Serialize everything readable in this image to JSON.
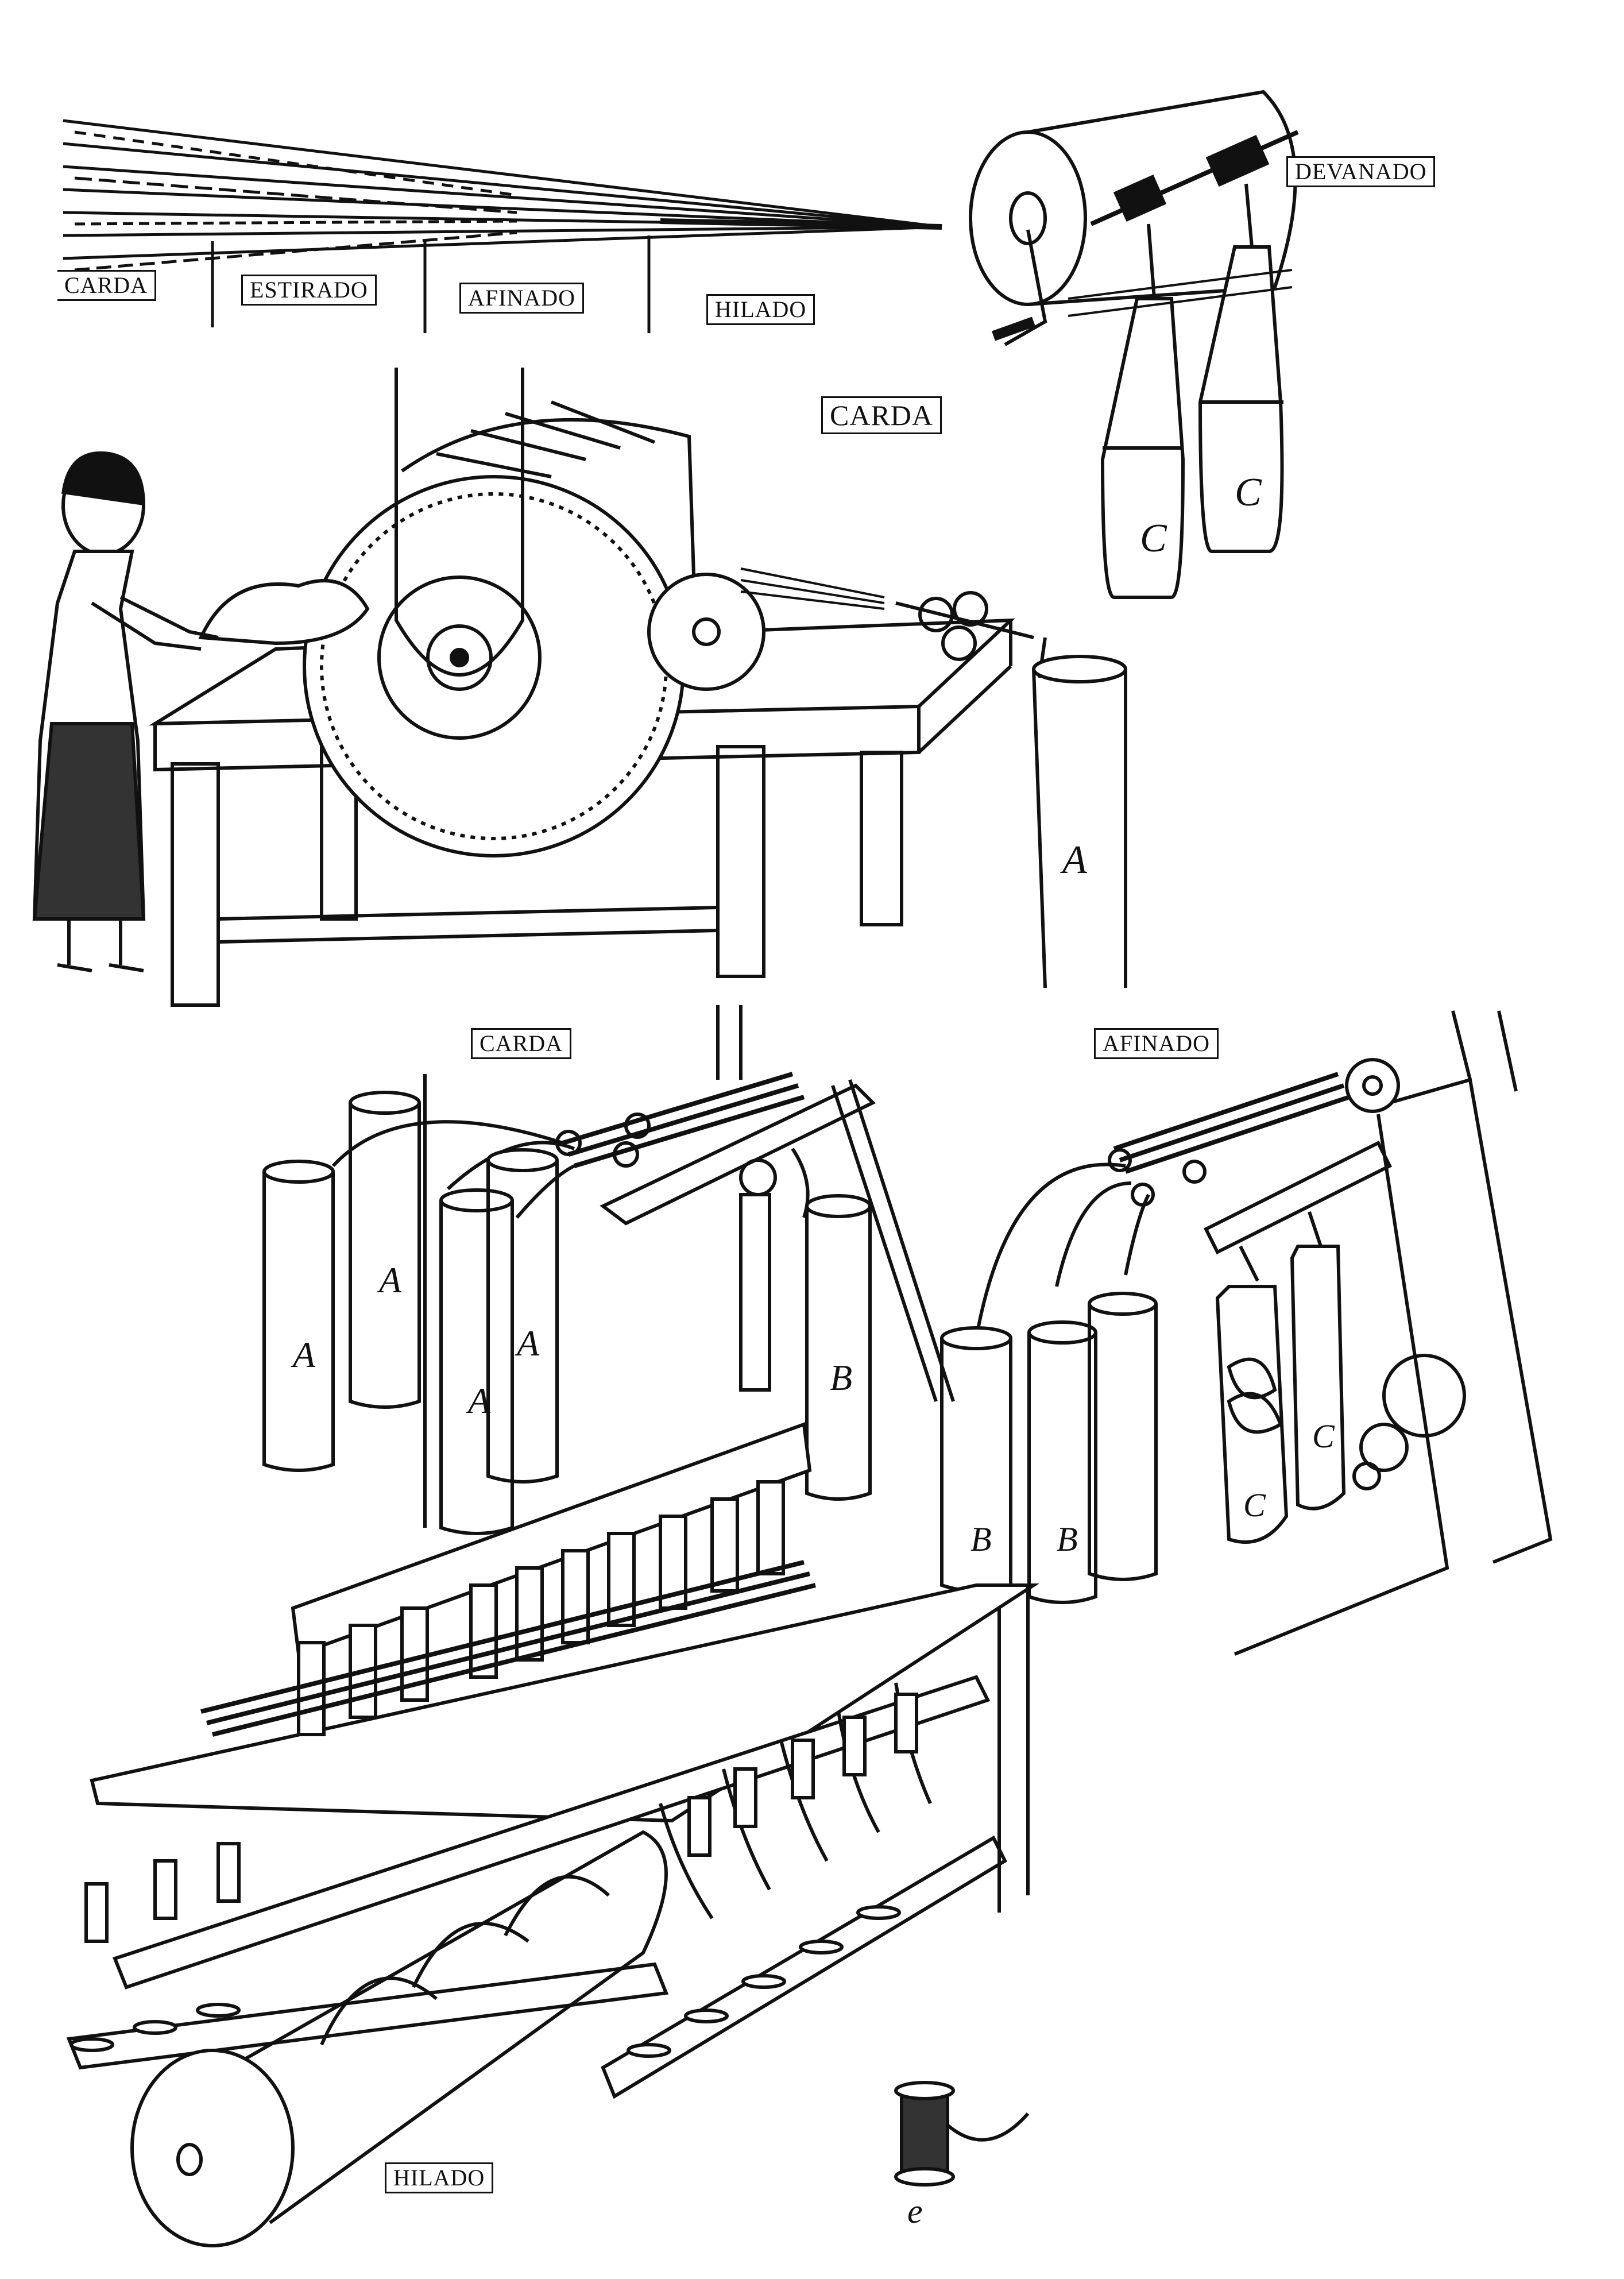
{
  "labels": {
    "carda_top": "CARDA",
    "estirado": "ESTIRADO",
    "afinado_top": "AFINADO",
    "hilado_top": "HILADO",
    "devanado": "DEVANADO",
    "carda_machine": "CARDA",
    "carda_stretch": "CARDA",
    "afinado_machine": "AFINADO",
    "hilado_machine": "HILADO"
  },
  "can_marks": {
    "a": "A",
    "b": "B",
    "c": "C",
    "e": "e"
  },
  "colors": {
    "ink": "#111111",
    "paper": "#ffffff"
  }
}
